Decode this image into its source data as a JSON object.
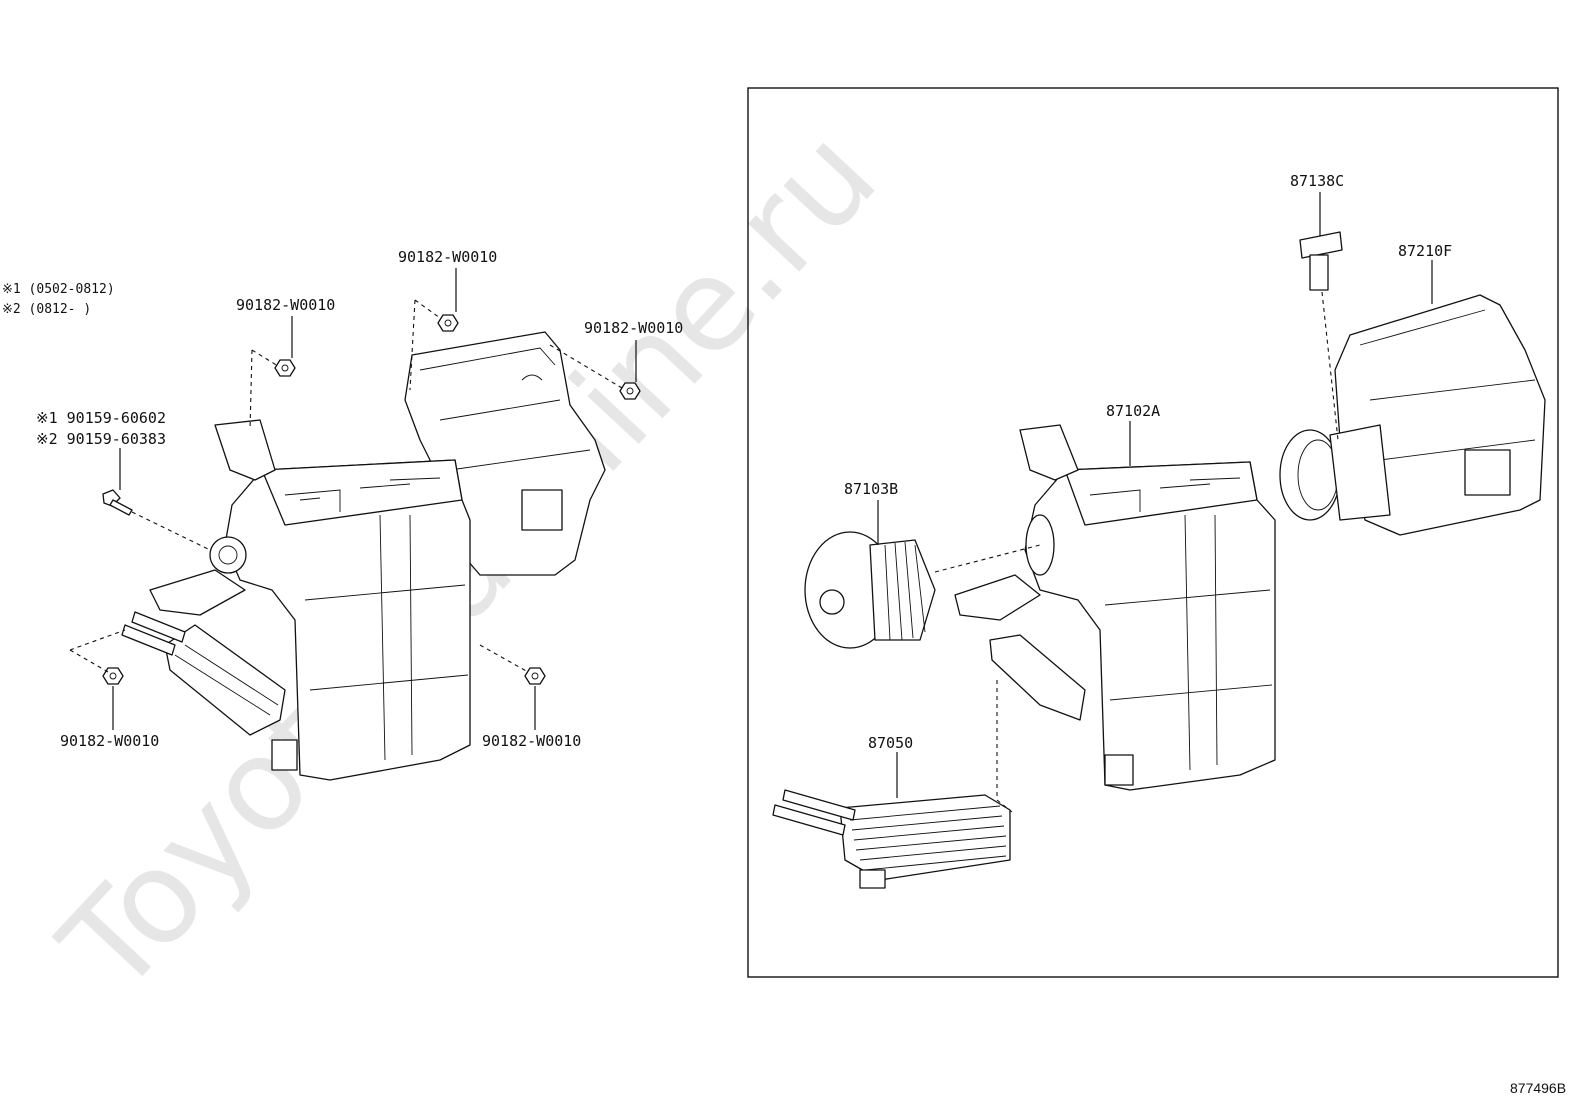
{
  "watermark": "ToyotaCarMine.ru",
  "diagram_id": "877496B",
  "notes": {
    "note1": "※1 (0502-0812)",
    "note2": "※2 (0812-    )"
  },
  "left_labels": {
    "nut_top_center": "90182-W0010",
    "nut_top_left": "90182-W0010",
    "nut_top_right": "90182-W0010",
    "screw_1": "※1 90159-60602",
    "screw_2": "※2 90159-60383",
    "nut_bottom_left": "90182-W0010",
    "nut_bottom_right": "90182-W0010"
  },
  "right_labels": {
    "resistor": "87138C",
    "blower_case": "87210F",
    "heater_unit": "87102A",
    "blower_motor": "87103B",
    "heater_core": "87050"
  }
}
